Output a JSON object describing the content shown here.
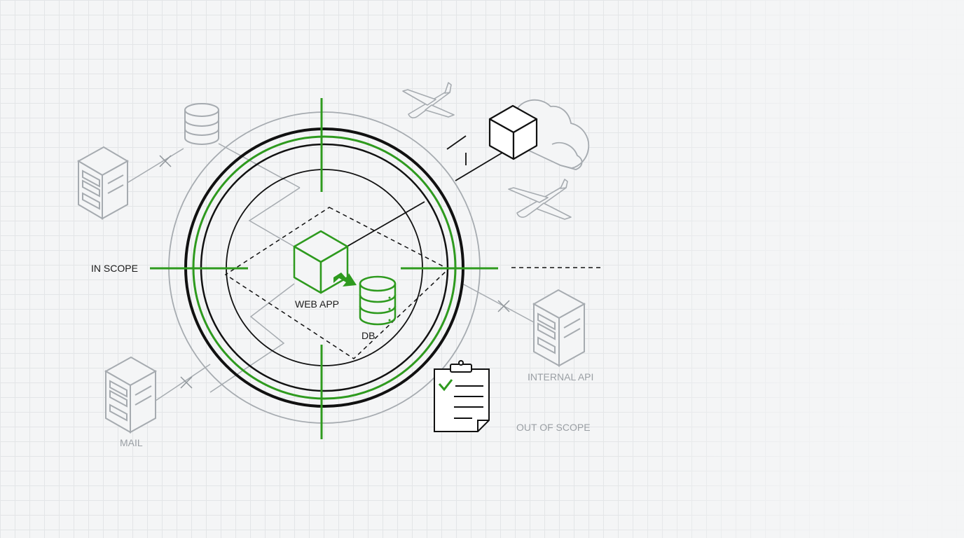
{
  "labels": {
    "in_scope": "IN SCOPE",
    "out_of_scope": "OUT OF SCOPE",
    "web_app": "WEB APP",
    "db": "DB",
    "internal_api": "INTERNAL API",
    "mail": "MAIL"
  },
  "colors": {
    "accent": "#2e9a1e",
    "ink": "#111111",
    "muted": "#a6abb0",
    "background": "#f4f5f6"
  },
  "icons": [
    "server-icon",
    "database-icon",
    "cube-icon",
    "cloud-icon",
    "airplane-icon",
    "clipboard-check-icon",
    "arrow-icon"
  ]
}
